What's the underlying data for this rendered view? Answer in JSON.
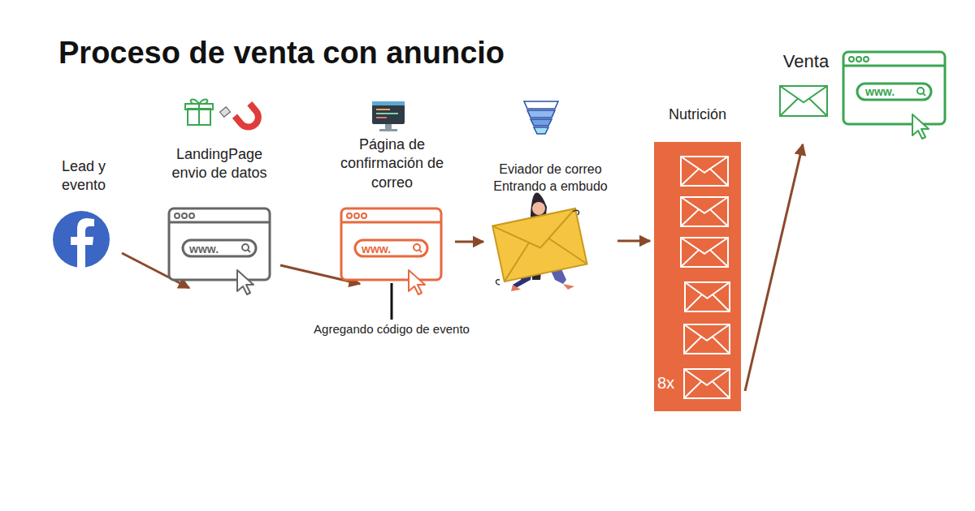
{
  "diagram": {
    "title": "Proceso de venta con anuncio",
    "nodes": [
      {
        "text": [
          "Lead y evento"
        ]
      },
      {
        "text": [
          "LandingPage envio de datos",
          "www."
        ]
      },
      {
        "text": [
          "Página de confirmación de correo",
          "www."
        ]
      },
      {
        "text": [
          "Eviador de correo Entrando a embudo"
        ]
      },
      {
        "text": [
          "Nutrición",
          "8x"
        ]
      },
      {
        "text": [
          "Venta",
          "www."
        ]
      }
    ],
    "edges": [
      {
        "from": 0,
        "to": 1,
        "arrow": "to"
      },
      {
        "from": 1,
        "to": 2,
        "arrow": "to"
      },
      {
        "from": 2,
        "to": 3,
        "arrow": "to"
      },
      {
        "from": 3,
        "to": 4,
        "arrow": "to"
      },
      {
        "from": 4,
        "to": 5,
        "arrow": "to"
      }
    ],
    "labels": [
      "Agregando código de evento"
    ]
  }
}
